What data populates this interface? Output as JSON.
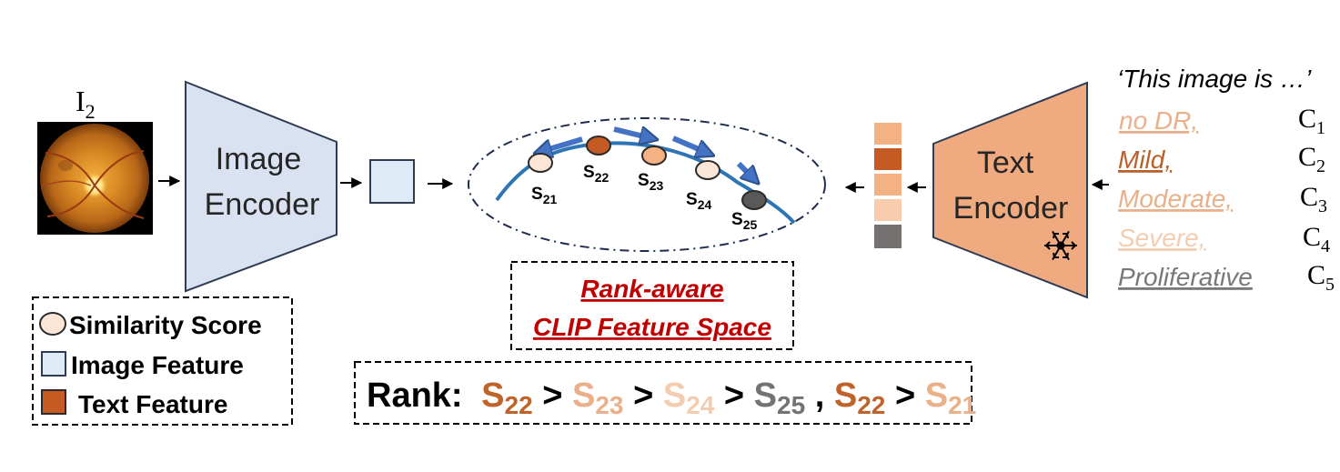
{
  "image_input": {
    "label": "I",
    "label_sub": "2"
  },
  "image_encoder": {
    "line1": "Image",
    "line2": "Encoder"
  },
  "text_encoder": {
    "line1": "Text",
    "line2": "Encoder"
  },
  "prompt": "‘This image is …’",
  "classes": [
    {
      "text": "no DR,",
      "c": "C",
      "sub": "1",
      "color": "#eab08a"
    },
    {
      "text": "Mild,",
      "c": "C",
      "sub": "2",
      "color": "#b9612a"
    },
    {
      "text": "Moderate,",
      "c": "C",
      "sub": "3",
      "color": "#eab08a"
    },
    {
      "text": "Severe,",
      "c": "C",
      "sub": "4",
      "color": "#f4cdb0"
    },
    {
      "text": "Proliferative",
      "c": "C",
      "sub": "5",
      "color": "#7a7778"
    }
  ],
  "scores": [
    {
      "s": "S",
      "sub": "21"
    },
    {
      "s": "S",
      "sub": "22"
    },
    {
      "s": "S",
      "sub": "23"
    },
    {
      "s": "S",
      "sub": "24"
    },
    {
      "s": "S",
      "sub": "25"
    }
  ],
  "feature_space": {
    "line1": "Rank-aware",
    "line2": "CLIP Feature Space"
  },
  "rank": {
    "label": "Rank:",
    "terms": [
      {
        "s": "S",
        "sub": "22",
        "color": "#c0632a"
      },
      {
        "sep": " >"
      },
      {
        "s": "S",
        "sub": "23",
        "color": "#eab08a"
      },
      {
        "sep": " >"
      },
      {
        "s": "S",
        "sub": "24",
        "color": "#f4cdb0"
      },
      {
        "sep": " >"
      },
      {
        "s": "S",
        "sub": "25",
        "color": "#757273"
      },
      {
        "sep": " , "
      },
      {
        "s": "S",
        "sub": "22",
        "color": "#c0632a"
      },
      {
        "sep": " > "
      },
      {
        "s": "S",
        "sub": "21",
        "color": "#eab08a"
      }
    ]
  },
  "legend": {
    "similarity": "Similarity Score",
    "image_feature": "Image Feature",
    "text_feature": "Text Feature"
  },
  "colors": {
    "image_encoder_fill": "#dae1f0",
    "text_encoder_fill": "#efaa80",
    "curve": "#2e75b6",
    "score_fill": "#fbe5d6",
    "text_feature": "#c55a23",
    "dark_score": "#595959",
    "accent_red": "#c00000"
  },
  "icons": [
    "fundus-image",
    "snowflake-icon"
  ]
}
